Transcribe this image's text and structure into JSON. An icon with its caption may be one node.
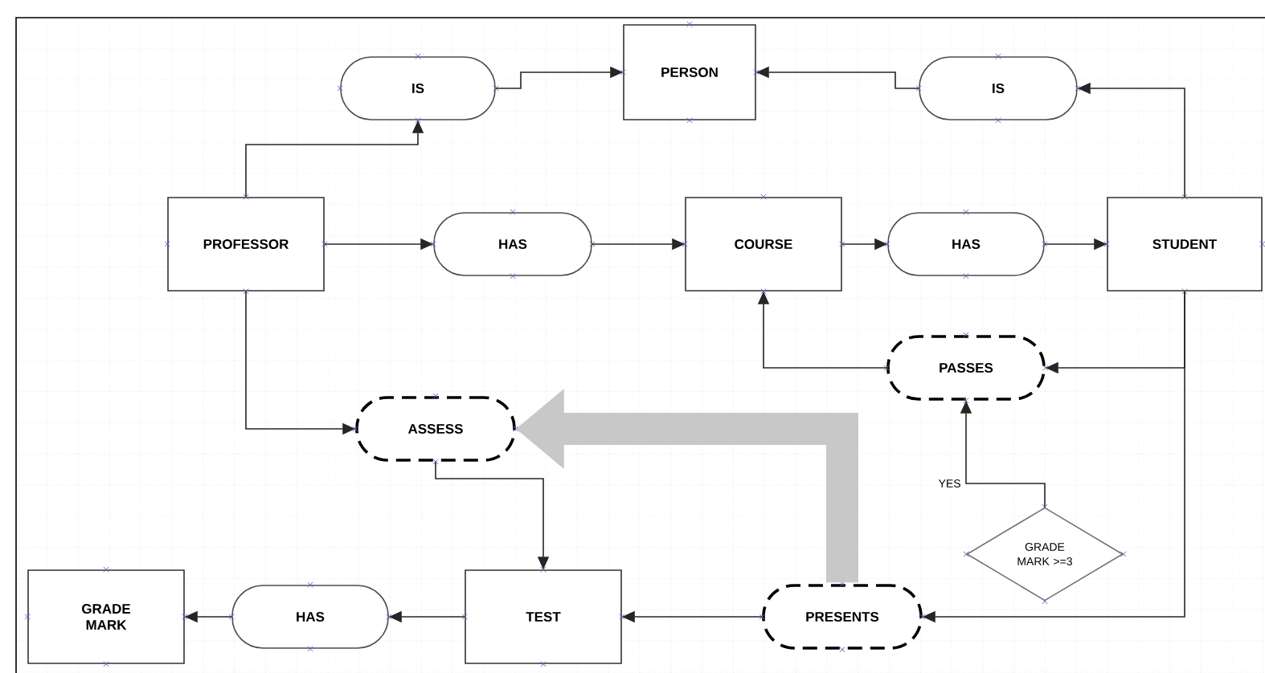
{
  "diagram": {
    "nodes": [
      {
        "text": [
          "PERSON"
        ]
      },
      {
        "text": [
          "IS"
        ]
      },
      {
        "text": [
          "IS"
        ]
      },
      {
        "text": [
          "PROFESSOR"
        ]
      },
      {
        "text": [
          "HAS"
        ]
      },
      {
        "text": [
          "COURSE"
        ]
      },
      {
        "text": [
          "HAS"
        ]
      },
      {
        "text": [
          "STUDENT"
        ]
      },
      {
        "text": [
          "PASSES"
        ]
      },
      {
        "text": [
          "ASSESS"
        ]
      },
      {
        "text": [
          "GRADE MARK >=3"
        ]
      },
      {
        "text": [
          "GRADE MARK"
        ]
      },
      {
        "text": [
          "HAS"
        ]
      },
      {
        "text": [
          "TEST"
        ]
      },
      {
        "text": [
          "PRESENTS"
        ]
      }
    ],
    "edges": [
      {
        "from": 3,
        "to": 1,
        "arrow": "to"
      },
      {
        "from": 1,
        "to": 0,
        "arrow": "to"
      },
      {
        "from": 7,
        "to": 2,
        "arrow": "to"
      },
      {
        "from": 2,
        "to": 0,
        "arrow": "to"
      },
      {
        "from": 3,
        "to": 4,
        "arrow": "to"
      },
      {
        "from": 4,
        "to": 5,
        "arrow": "to"
      },
      {
        "from": 5,
        "to": 6,
        "arrow": "to"
      },
      {
        "from": 6,
        "to": 7,
        "arrow": "to"
      },
      {
        "from": 8,
        "to": 5,
        "arrow": "to"
      },
      {
        "from": 7,
        "to": 8,
        "arrow": "to"
      },
      {
        "from": 10,
        "to": 8,
        "arrow": "to",
        "label": "YES"
      },
      {
        "from": 3,
        "to": 9,
        "arrow": "to"
      },
      {
        "from": 9,
        "to": 13,
        "arrow": "to"
      },
      {
        "from": 7,
        "to": 14,
        "arrow": "to"
      },
      {
        "from": 14,
        "to": 13,
        "arrow": "to"
      },
      {
        "from": 13,
        "to": 12,
        "arrow": "to"
      },
      {
        "from": 12,
        "to": 11,
        "arrow": "to"
      },
      {
        "from": 14,
        "to": 9,
        "arrow": "to",
        "style": "thick",
        "color": "#c8c8c8"
      }
    ]
  }
}
